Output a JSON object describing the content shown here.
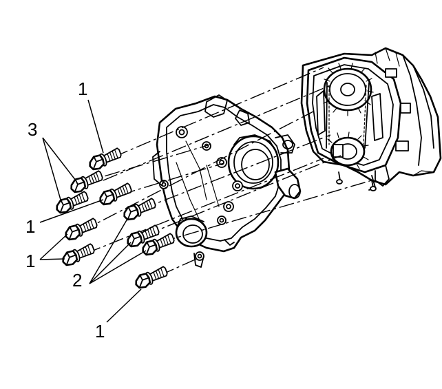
{
  "figure": {
    "callouts": [
      {
        "id": "c1a",
        "text": "1"
      },
      {
        "id": "c3",
        "text": "3"
      },
      {
        "id": "c1b",
        "text": "1"
      },
      {
        "id": "c1c",
        "text": "1"
      },
      {
        "id": "c2",
        "text": "2"
      },
      {
        "id": "c1d",
        "text": "1"
      }
    ]
  }
}
